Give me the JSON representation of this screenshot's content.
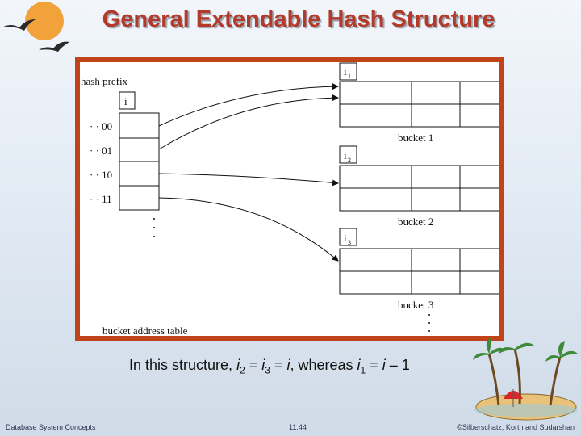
{
  "slide": {
    "title": "General Extendable Hash Structure"
  },
  "diagram": {
    "hash_prefix_label": "hash prefix",
    "global_depth": "i",
    "prefixes": [
      "· · 00",
      "· · 01",
      "· · 10",
      "· · 11"
    ],
    "table_label": "bucket address table",
    "buckets": [
      {
        "depth_label": "i",
        "depth_sub": "1",
        "name": "bucket 1"
      },
      {
        "depth_label": "i",
        "depth_sub": "2",
        "name": "bucket 2"
      },
      {
        "depth_label": "i",
        "depth_sub": "3",
        "name": "bucket 3"
      }
    ]
  },
  "caption": {
    "prefix": "In this structure, ",
    "i": "i",
    "sub2": "2",
    "eq1": " = ",
    "sub3": "3",
    "eq2": " = ",
    "whereas": ", whereas ",
    "sub1": "1",
    "eq3": " = ",
    "tail": " – 1"
  },
  "footer": {
    "left": "Database System Concepts",
    "center": "11.44",
    "right": "©Silberschatz, Korth and Sudarshan"
  },
  "colors": {
    "title": "#b33a2a",
    "frame_border": "#c1431a",
    "background": "#dfe8f2"
  }
}
